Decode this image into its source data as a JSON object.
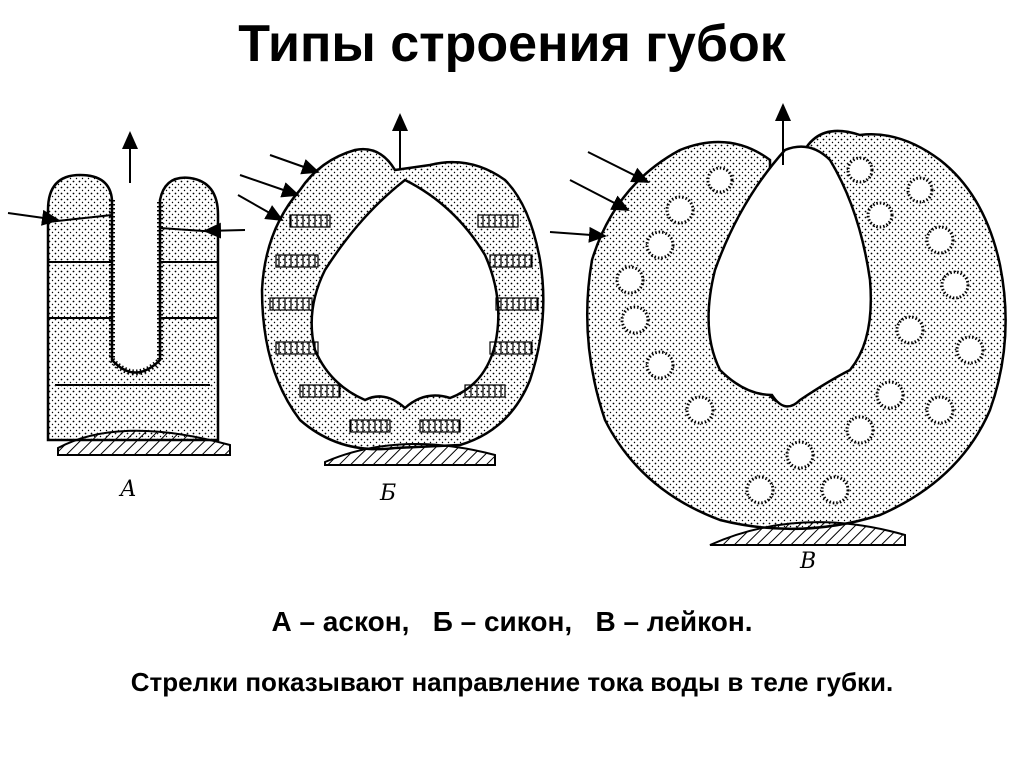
{
  "title": "Типы строения губок",
  "figure": {
    "labels": {
      "ascon": "А",
      "sycon": "Б",
      "leucon": "В"
    }
  },
  "caption": {
    "types": "А – аскон,   Б – сикон,   В – лейкон.",
    "note": "Стрелки показывают направление тока воды в теле губки."
  }
}
